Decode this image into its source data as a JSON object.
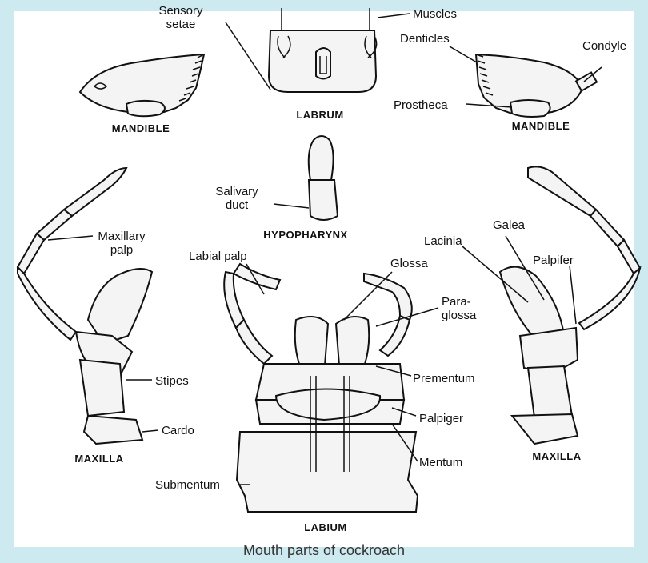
{
  "labels": {
    "sensory_setae": "Sensory\nsetae",
    "muscles": "Muscles",
    "denticles": "Denticles",
    "condyle": "Condyle",
    "prostheca": "Prostheca",
    "salivary_duct": "Salivary\nduct",
    "maxillary_palp": "Maxillary\npalp",
    "labial_palp": "Labial palp",
    "glossa": "Glossa",
    "lacinia": "Lacinia",
    "galea": "Galea",
    "palpifer": "Palpifer",
    "paraglossa": "Para-\nglossa",
    "stipes": "Stipes",
    "prementum": "Prementum",
    "cardo": "Cardo",
    "palpiger": "Palpiger",
    "mentum": "Mentum",
    "submentum": "Submentum"
  },
  "captions": {
    "mandible_left": "MANDIBLE",
    "labrum": "LABRUM",
    "mandible_right": "MANDIBLE",
    "hypopharynx": "HYPOPHARYNX",
    "maxilla_left": "MAXILLA",
    "maxilla_right": "MAXILLA",
    "labium": "LABIUM"
  },
  "title": "Mouth parts of cockroach"
}
